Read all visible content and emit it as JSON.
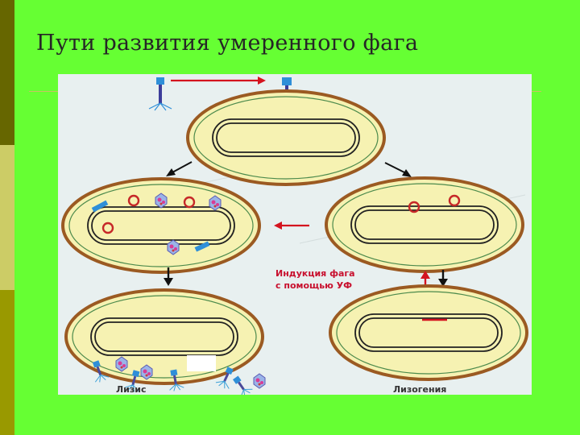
{
  "slide": {
    "title": "Пути развития умеренного фага"
  },
  "diagram": {
    "induction_label_line1": "Индукция фага",
    "induction_label_line2": "с помощью УФ",
    "lysis_label": "Лизис",
    "lysogeny_label": "Лизогения"
  },
  "colors": {
    "background": "#66ff33",
    "cell_fill": "#f6f2b2",
    "cell_wall": "#9b5a22",
    "phage_head": "#2f8fd8",
    "arrow_red": "#d4141f",
    "label_red": "#c8102e"
  }
}
